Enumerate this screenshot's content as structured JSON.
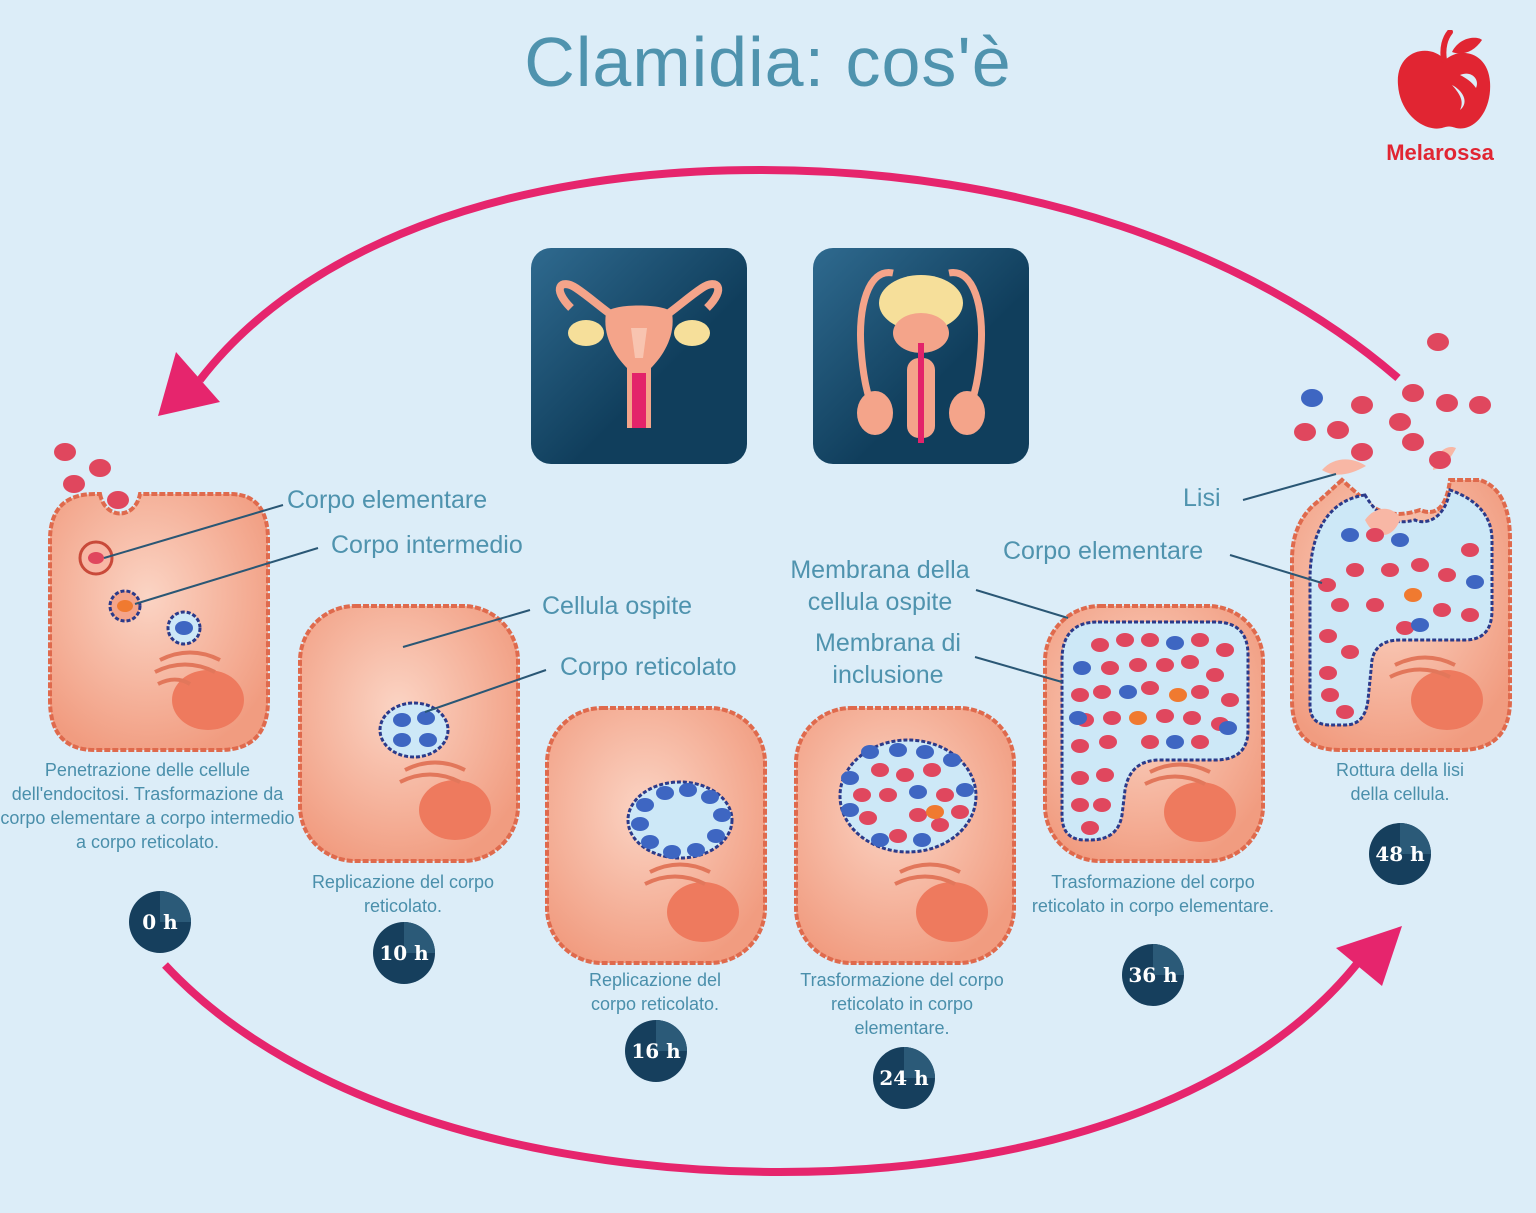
{
  "title": "Clamidia: cos'è",
  "brand": "Melarossa",
  "labels": {
    "corpo_elementare_1": "Corpo elementare",
    "corpo_intermedio": "Corpo intermedio",
    "cellula_ospite": "Cellula ospite",
    "corpo_reticolato": "Corpo reticolato",
    "membrana_cellula_ospite_1": "Membrana della",
    "membrana_cellula_ospite_2": "cellula ospite",
    "membrana_inclusione_1": "Membrana di",
    "membrana_inclusione_2": "inclusione",
    "corpo_elementare_2": "Corpo elementare",
    "lisi": "Lisi"
  },
  "stages": [
    {
      "time": "0 h",
      "caption": "Penetrazione delle cellule dell'endocitosi. Trasformazione da corpo elementare a corpo intermedio a corpo reticolato."
    },
    {
      "time": "10 h",
      "caption": "Replicazione del corpo reticolato."
    },
    {
      "time": "16 h",
      "caption": "Replicazione del corpo reticolato."
    },
    {
      "time": "24 h",
      "caption": "Trasformazione del corpo reticolato in corpo elementare."
    },
    {
      "time": "36 h",
      "caption": "Trasformazione del corpo reticolato in corpo elementare."
    },
    {
      "time": "48 h",
      "caption": "Rottura della lisi della cellula."
    }
  ],
  "colors": {
    "cell": "#f4a48a",
    "cell_border": "#df6a4d",
    "elementary_body": "#e0475e",
    "reticulate_body": "#3e66c2",
    "inclusion": "#cde8f7",
    "arrow": "#e6256d",
    "badge": "#163f5d"
  },
  "icons": [
    "female-reproductive-icon",
    "male-reproductive-icon",
    "apple-logo-icon"
  ]
}
